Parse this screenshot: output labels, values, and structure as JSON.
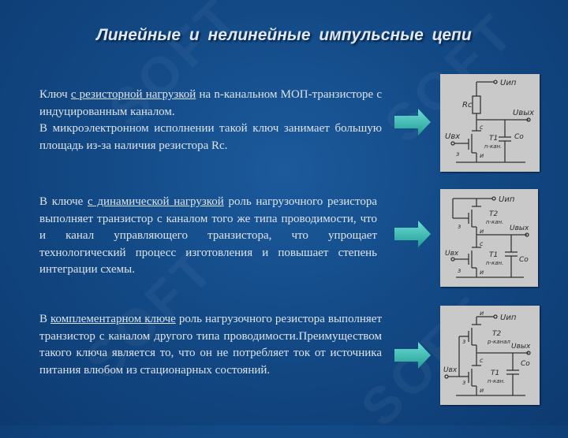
{
  "slide": {
    "title": "Линейные и нелинейные импульсные цепи",
    "watermark": "SOFT"
  },
  "blocks": [
    {
      "text_before": "Ключ ",
      "underlined": "с резисторной нагрузкой",
      "text_after": " на n-канальном МОП-транзисторе с индуцированным каналом.",
      "line2": " В микроэлектронном исполнении такой ключ занимает большую площадь из-за наличия резистора Rc.",
      "diagram": {
        "labels": [
          "Uип",
          "Rc",
          "Uвых",
          "с",
          "T1",
          "n-кан.",
          "Uвх",
          "з",
          "и",
          "Cо"
        ]
      }
    },
    {
      "text_before": "В ключе ",
      "underlined": "с динамической нагрузкой",
      "text_after": " роль нагрузочного резистора выполняет транзистор с каналом того же типа проводимости, что и канал управляющего транзистора, что упрощает технологический процесс изготовления и повышает степень интеграции схемы.",
      "diagram": {
        "labels": [
          "Uип",
          "T2",
          "n-кан.",
          "Uвых",
          "з",
          "и",
          "с",
          "T1",
          "n-кан.",
          "Cо",
          "Uвх",
          "з",
          "и"
        ]
      }
    },
    {
      "text_before": "В ",
      "underlined": "комплементарном ключе",
      "text_after": " роль нагрузочного резистора выполняет транзистор с каналом другого типа проводимости.Преимуществом такого ключа является то, что он не потребляет ток от источника питания влюбом из стационарных состояний.",
      "diagram": {
        "labels": [
          "и",
          "Uип",
          "T2",
          "р-канал",
          "Uвых",
          "з",
          "с",
          "Uвх",
          "з",
          "T1",
          "n-кан.",
          "Cо",
          "и"
        ]
      }
    }
  ],
  "colors": {
    "background": "#134a86",
    "text": "#dde4ee",
    "arrow": "#3bb8b0",
    "diagram_bg": "#c9c9c9"
  },
  "icons": [
    "right-arrow-icon",
    "circuit-diagram-icon"
  ]
}
